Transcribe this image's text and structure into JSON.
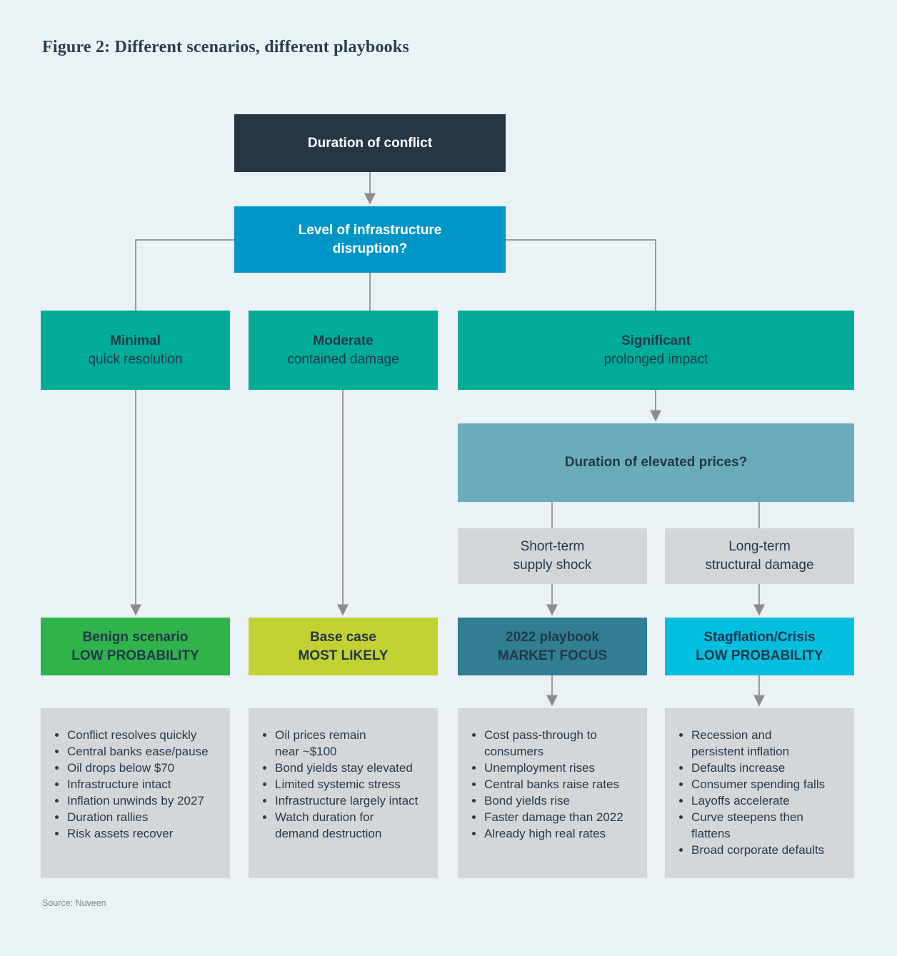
{
  "title": "Figure 2: Different scenarios, different playbooks",
  "source": "Source: Nuveen",
  "palette": {
    "background": "#EAF2F6",
    "dark_navy_box": "#263644",
    "blue_box": "#0095C7",
    "teal_box": "#00AC98",
    "steel_blue_box": "#6BACBA",
    "gray_box": "#D3D6D9",
    "green_box": "#30B34A",
    "yellow_green_box": "#C2D232",
    "dark_teal_box": "#2F7E92",
    "cyan_box": "#02BFDF",
    "detail_box": "#D4D7D9",
    "text_navy": "#24384A",
    "connector_gray": "#9A9A9A"
  },
  "nodes": {
    "duration_conflict": {
      "label": "Duration of conflict"
    },
    "infrastructure": {
      "label": "Level of infrastructure\ndisruption?"
    },
    "minimal": {
      "title": "Minimal",
      "subtitle": "quick resolution"
    },
    "moderate": {
      "title": "Moderate",
      "subtitle": "contained damage"
    },
    "significant": {
      "title": "Significant",
      "subtitle": "prolonged impact"
    },
    "elevated_prices": {
      "label": "Duration of elevated prices?"
    },
    "short_term": {
      "label": "Short-term\nsupply shock"
    },
    "long_term": {
      "label": "Long-term\nstructural damage"
    },
    "benign": {
      "title": "Benign scenario",
      "subtitle": "LOW PROBABILITY"
    },
    "base_case": {
      "title": "Base case",
      "subtitle": "MOST LIKELY"
    },
    "playbook_2022": {
      "title": "2022 playbook",
      "subtitle": "MARKET FOCUS"
    },
    "stagflation": {
      "title": "Stagflation/Crisis",
      "subtitle": "LOW PROBABILITY"
    }
  },
  "details": {
    "benign": [
      "Conflict resolves quickly",
      "Central banks ease/pause",
      "Oil drops below $70",
      "Infrastructure intact",
      "Inflation unwinds by 2027",
      "Duration rallies",
      "Risk assets recover"
    ],
    "base_case": [
      "Oil prices remain\nnear ~$100",
      "Bond yields stay elevated",
      "Limited systemic stress",
      "Infrastructure largely intact",
      "Watch duration for\ndemand destruction"
    ],
    "playbook_2022": [
      "Cost pass-through to\nconsumers",
      "Unemployment rises",
      "Central banks raise rates",
      "Bond yields rise",
      "Faster damage than 2022",
      "Already high real rates"
    ],
    "stagflation": [
      "Recession and\npersistent inflation",
      "Defaults increase",
      "Consumer spending falls",
      "Layoffs accelerate",
      "Curve steepens then\nflattens",
      "Broad corporate defaults"
    ]
  }
}
